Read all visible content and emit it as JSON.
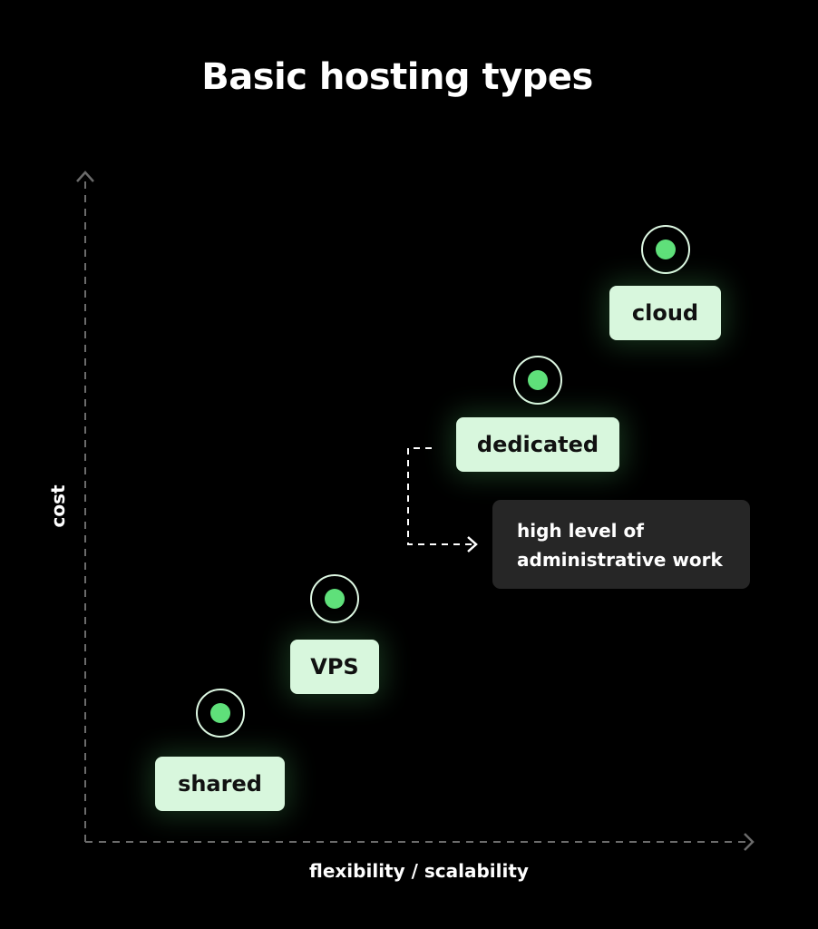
{
  "title": "Basic hosting types",
  "axes": {
    "x_label": "flexibility / scalability",
    "y_label": "cost"
  },
  "nodes": [
    {
      "id": "shared",
      "label": "shared"
    },
    {
      "id": "vps",
      "label": "VPS"
    },
    {
      "id": "dedicated",
      "label": "dedicated"
    },
    {
      "id": "cloud",
      "label": "cloud"
    }
  ],
  "callout": {
    "attached_to": "dedicated",
    "lines": [
      "high level of",
      "administrative work"
    ]
  },
  "colors": {
    "background": "#000000",
    "label_fill": "#d8f7dd",
    "dot_fill": "#5fe07a",
    "ring": "#ddf7e2",
    "callout_fill": "#262626",
    "axis": "#6b6b6b"
  }
}
